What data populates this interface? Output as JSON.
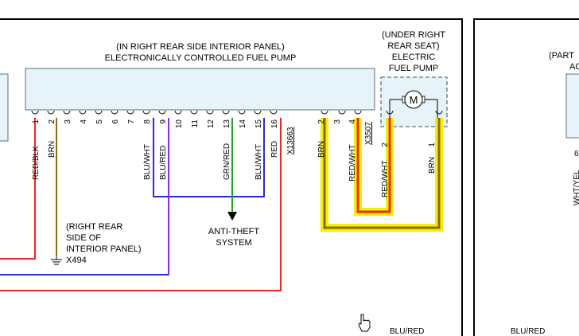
{
  "left_panel": {
    "title_line1": "(IN RIGHT REAR SIDE INTERIOR PANEL)",
    "title_line2": "ELECTRONICALLY CONTROLLED FUEL PUMP",
    "pin_numbers": [
      "1",
      "2",
      "3",
      "4",
      "5",
      "6",
      "7",
      "8",
      "9",
      "10",
      "11",
      "12",
      "13",
      "14",
      "15",
      "16"
    ],
    "pin_wires": {
      "1": "RED/BLK",
      "2": "BRN",
      "8": "BLU/WHT",
      "9": "BLU/RED",
      "13": "GRN/RED",
      "15": "BLU/WHT",
      "16": "RED"
    },
    "connector_id": "X13663"
  },
  "right_connector": {
    "pin_numbers": [
      "2",
      "3",
      "4"
    ],
    "pin_wires": {
      "2": "BRN",
      "4": "RED/WHT"
    },
    "connector_id": "X3507"
  },
  "pump": {
    "title_line1": "(UNDER RIGHT",
    "title_line2": "REAR SEAT)",
    "title_line3": "ELECTRIC",
    "title_line4": "FUEL PUMP",
    "motor_symbol": "M",
    "pin_numbers": [
      "2",
      "1"
    ],
    "pin_wires": {
      "2": "RED/WHT",
      "1": "BRN"
    }
  },
  "ground": {
    "label_line1": "(RIGHT REAR",
    "label_line2": "SIDE OF",
    "label_line3": "INTERIOR PANEL)",
    "id": "X494"
  },
  "anti_theft": {
    "line1": "ANTI-THEFT",
    "line2": "SYSTEM"
  },
  "bottom_labels": {
    "center": "BLU/RED",
    "right": "BLU/RED"
  },
  "right_page": {
    "partial_line1": "(PART",
    "partial_line2": "AC",
    "partial_pin": "6",
    "partial_wire": "WHT/YEL"
  },
  "colors": {
    "red": "#e8282a",
    "brown": "#8b6a1c",
    "blue": "#2a2ad8",
    "purple": "#8a2be2",
    "green": "#2e9a2e",
    "yellow": "#f4f000",
    "module_fill": "#e6f3f8",
    "module_stroke": "#607078"
  }
}
